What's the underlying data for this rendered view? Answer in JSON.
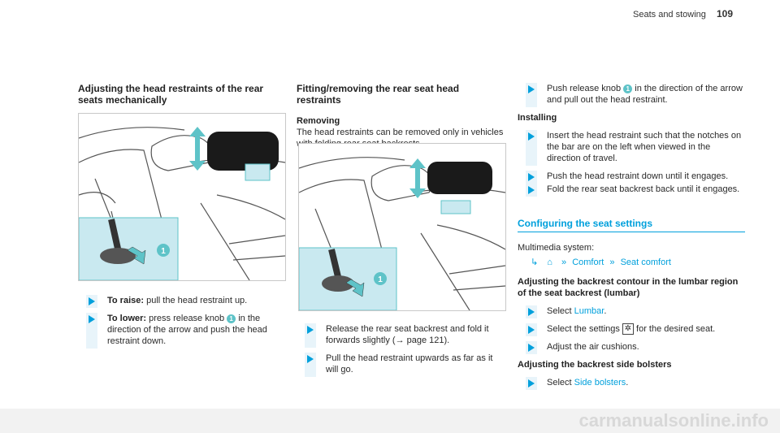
{
  "header": {
    "section": "Seats and stowing",
    "page": "109"
  },
  "col1": {
    "title": "Adjusting the head restraints of the rear seats mechanically",
    "steps": [
      {
        "label": "To raise:",
        "text": "pull the head restraint up."
      },
      {
        "label": "To lower:",
        "text_before": "press release knob",
        "knob": "1",
        "text_after": "in the direction of the arrow and push the head restraint down."
      }
    ],
    "callout": "1"
  },
  "col2": {
    "title": "Fitting/removing the rear seat head restraints",
    "subtitle": "Removing",
    "intro": "The head restraints can be removed only in vehicles with folding rear seat backrests.",
    "callout": "1",
    "steps": [
      {
        "text": "Release the rear seat backrest and fold it forwards slightly (→ page 121)."
      },
      {
        "text": "Pull the head restraint upwards as far as it will go."
      }
    ]
  },
  "col3": {
    "step_push": {
      "text_before": "Push release knob",
      "knob": "1",
      "text_after": "in the direction of the arrow and pull out the head restraint."
    },
    "installing_title": "Installing",
    "install_steps": [
      {
        "text": "Insert the head restraint such that the notches on the bar are on the left when viewed in the direction of travel."
      },
      {
        "text": "Push the head restraint down until it engages."
      },
      {
        "text": "Fold the rear seat backrest back until it engages."
      }
    ],
    "config_title": "Configuring the seat settings",
    "multimedia": "Multimedia system:",
    "path": {
      "comfort": "Comfort",
      "seat_comfort": "Seat comfort"
    },
    "lumbar_title": "Adjusting the backrest contour in the lumbar region of the seat backrest (lumbar)",
    "lumbar_steps": [
      {
        "text_before": "Select",
        "link": "Lumbar",
        "text_after": "."
      },
      {
        "text_before": "Select the settings",
        "text_after": "for the desired seat."
      },
      {
        "text": "Adjust the air cushions."
      }
    ],
    "bolsters_title": "Adjusting the backrest side bolsters",
    "bolsters_step": {
      "text_before": "Select",
      "link": "Side bolsters",
      "text_after": "."
    }
  },
  "colors": {
    "accent": "#00a0dc",
    "callout": "#5ec3c8",
    "inset": "#c9e9f0"
  },
  "watermark": "carmanualsonline.info"
}
